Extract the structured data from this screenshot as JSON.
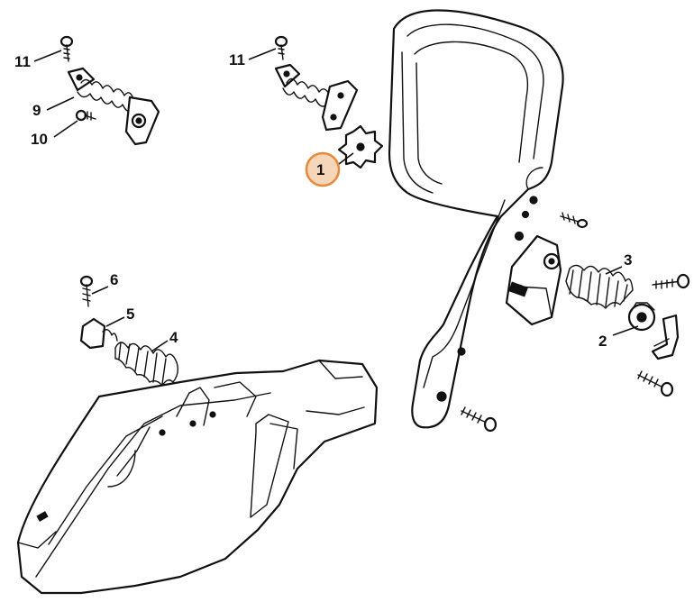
{
  "diagram": {
    "callouts": [
      {
        "id": "1",
        "label": "1",
        "highlighted": true
      },
      {
        "id": "2",
        "label": "2"
      },
      {
        "id": "3",
        "label": "3"
      },
      {
        "id": "4",
        "label": "4"
      },
      {
        "id": "5",
        "label": "5"
      },
      {
        "id": "6",
        "label": "6"
      },
      {
        "id": "9",
        "label": "9"
      },
      {
        "id": "10",
        "label": "10"
      },
      {
        "id": "11a",
        "label": "11"
      },
      {
        "id": "11b",
        "label": "11"
      }
    ],
    "highlight_color": "#e8883a",
    "highlight_fill": "#f6d6b8",
    "line_color": "#111111",
    "background": "#ffffff"
  }
}
